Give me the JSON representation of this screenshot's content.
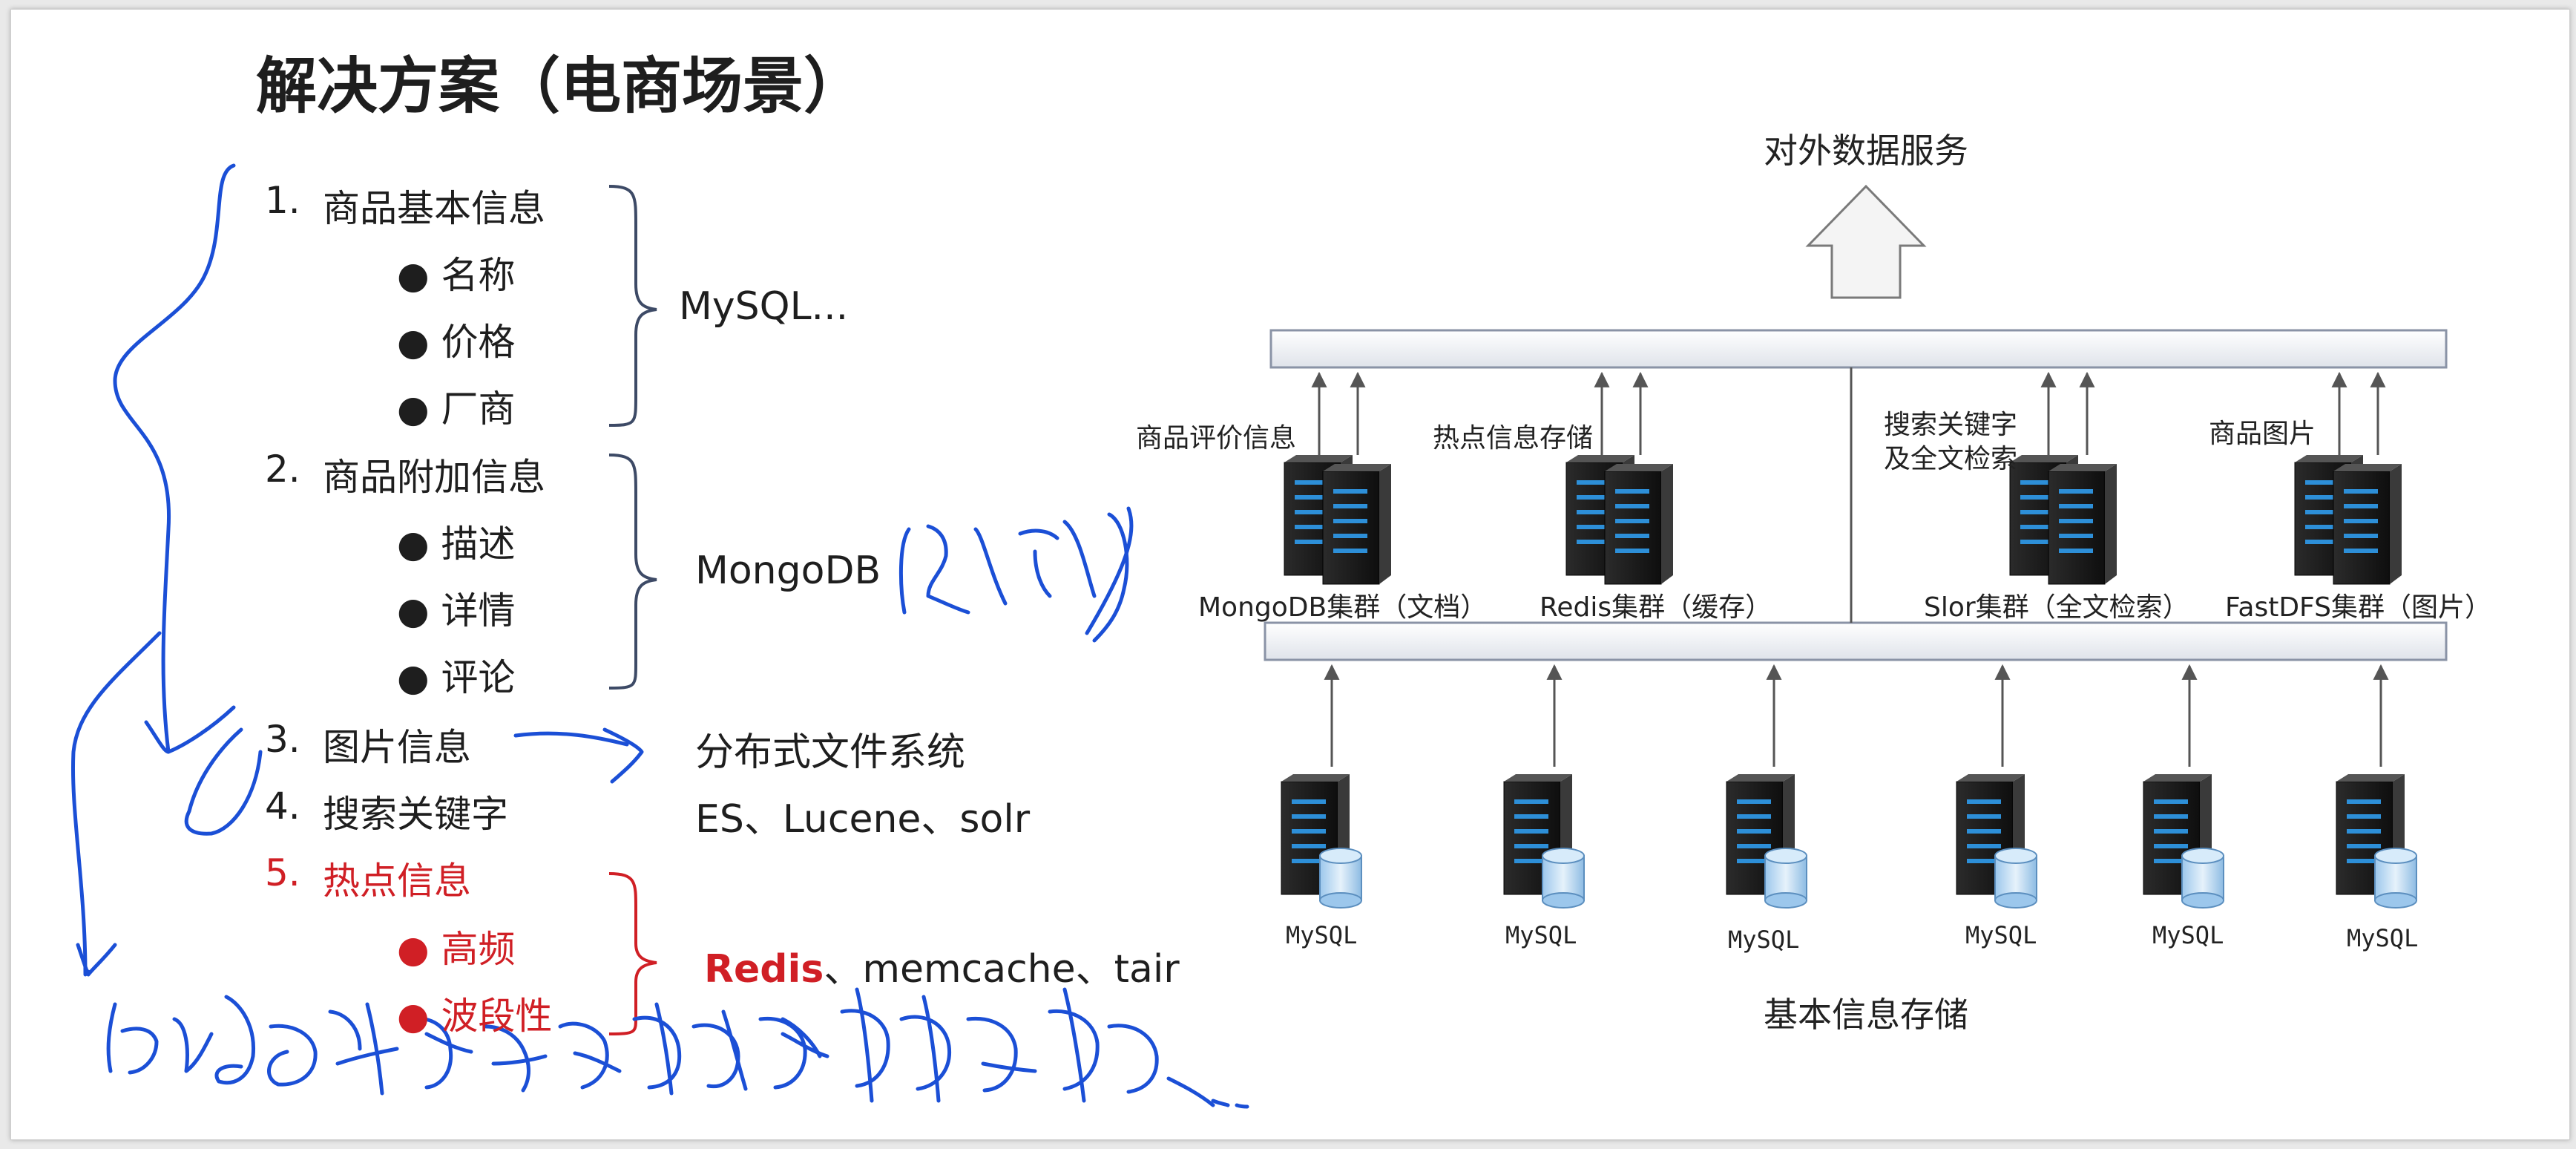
{
  "title": "解决方案（电商场景）",
  "outline": [
    {
      "num": "1.",
      "label": "商品基本信息",
      "bullets": [
        "名称",
        "价格",
        "厂商"
      ],
      "tech": "MySQL..."
    },
    {
      "num": "2.",
      "label": "商品附加信息",
      "bullets": [
        "描述",
        "详情",
        "评论"
      ],
      "tech": "MongoDB"
    },
    {
      "num": "3.",
      "label": "图片信息",
      "tech": "分布式文件系统"
    },
    {
      "num": "4.",
      "label": "搜索关键字",
      "tech": "ES、Lucene、solr"
    },
    {
      "num": "5.",
      "label": "热点信息",
      "bullets": [
        "高频",
        "波段性"
      ],
      "tech_bold": "Redis",
      "tech_rest": "、memcache、tair"
    }
  ],
  "diagram": {
    "top_label": "对外数据服务",
    "bottom_label": "基本信息存储",
    "service_labels": [
      "商品评价信息",
      "热点信息存储",
      "搜索关键字",
      "及全文检索",
      "商品图片"
    ],
    "clusters": [
      "MongoDB集群（文档）",
      "Redis集群（缓存）",
      "Slor集群（全文检索）",
      "FastDFS集群（图片）"
    ],
    "mysql_nodes": [
      "MySQL",
      "MySQL",
      "MySQL",
      "MySQL",
      "MySQL",
      "MySQL"
    ]
  },
  "colors": {
    "annotation_blue": "#1b4fd6",
    "highlight_red": "#d01f25",
    "server_dark": "#1a1a1a",
    "server_led": "#2d8fd8"
  }
}
